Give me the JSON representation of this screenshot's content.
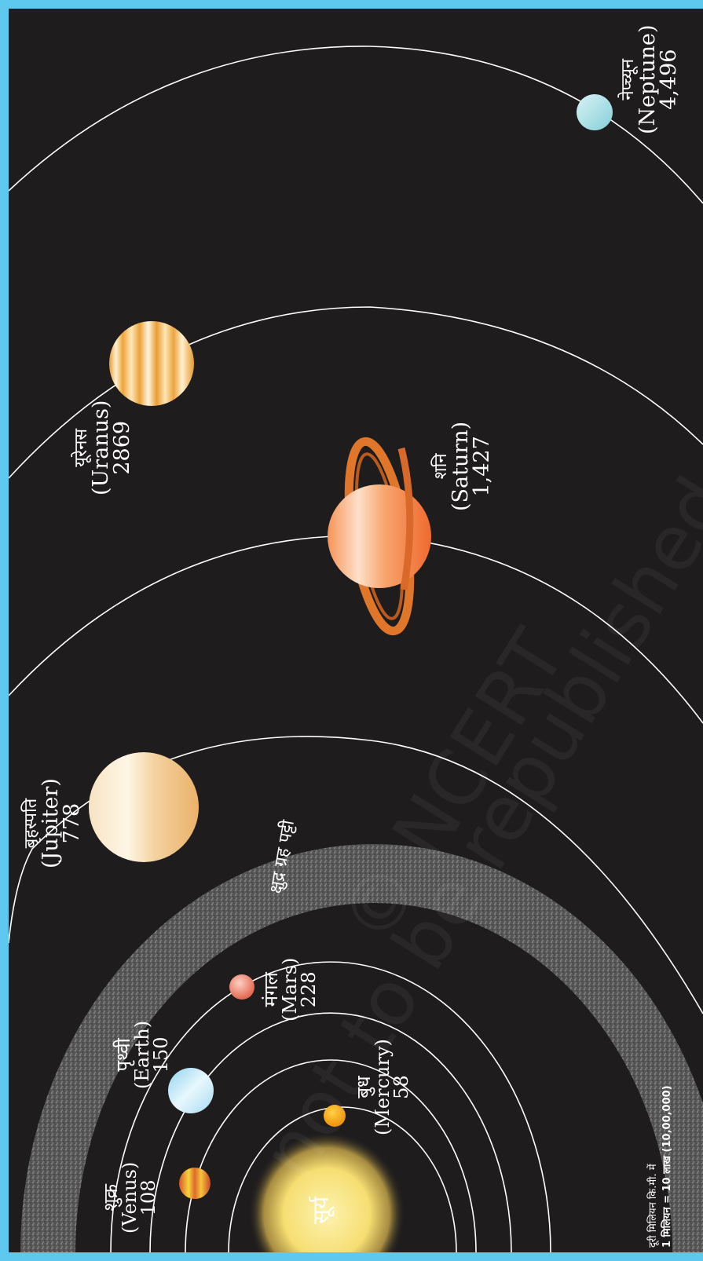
{
  "sun_label": "सूर्य",
  "planets": [
    {
      "hindi": "बुध",
      "english": "(Mercury)",
      "distance": "58"
    },
    {
      "hindi": "शुक्र",
      "english": "(Venus)",
      "distance": "108"
    },
    {
      "hindi": "पृथ्वी",
      "english": "(Earth)",
      "distance": "150"
    },
    {
      "hindi": "मंगल",
      "english": "(Mars)",
      "distance": "228"
    },
    {
      "hindi": "बृहस्पति",
      "english": "(Jupiter)",
      "distance": "778"
    },
    {
      "hindi": "शनि",
      "english": "(Saturn)",
      "distance": "1,427"
    },
    {
      "hindi": "यूरेनस",
      "english": "(Uranus)",
      "distance": "2869"
    },
    {
      "hindi": "नेप्च्यून",
      "english": "(Neptune)",
      "distance": "4,496"
    }
  ],
  "asteroid_belt_label": "क्षुद्र ग्रह पट्टी",
  "scale_note": {
    "line1": "दूरी मिलियन कि.मी. में",
    "line2": "1 मिलियन = 10 लाख (10,00,000)"
  },
  "watermark": {
    "line1": "© NCERT",
    "line2": "not to be republished"
  },
  "colors": {
    "border": "#5fc8ee",
    "background": "#1e1c1d",
    "orbit": "#ffffff",
    "sun": "#f6de72",
    "mercury": "#f5a300",
    "venus": "#e0782e",
    "earth": "#bfe6f6",
    "mars": "#f07e6a",
    "jupiter": "#f2c992",
    "saturn": "#f2844a",
    "uranus": "#edaa3c",
    "neptune": "#a9e3ea"
  }
}
